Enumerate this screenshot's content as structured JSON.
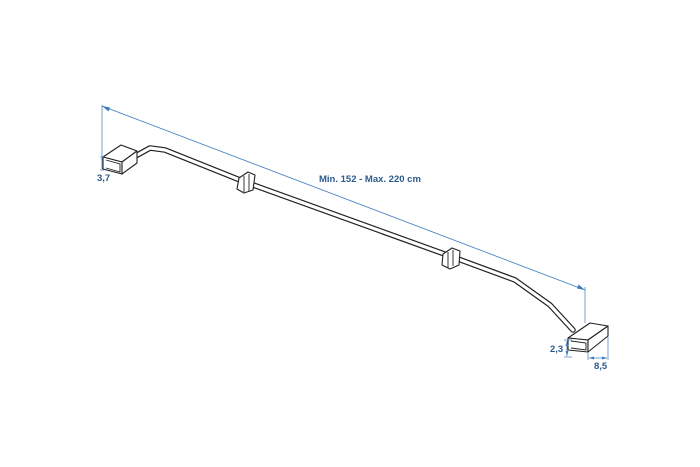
{
  "dimensions": {
    "length": "Min. 152 - Max. 220 cm",
    "left_height": "3,7",
    "right_height": "2,3",
    "right_width": "8,5"
  },
  "colors": {
    "dimension": "#3b7bbf",
    "text": "#2a5a8c",
    "line": "#222222"
  }
}
